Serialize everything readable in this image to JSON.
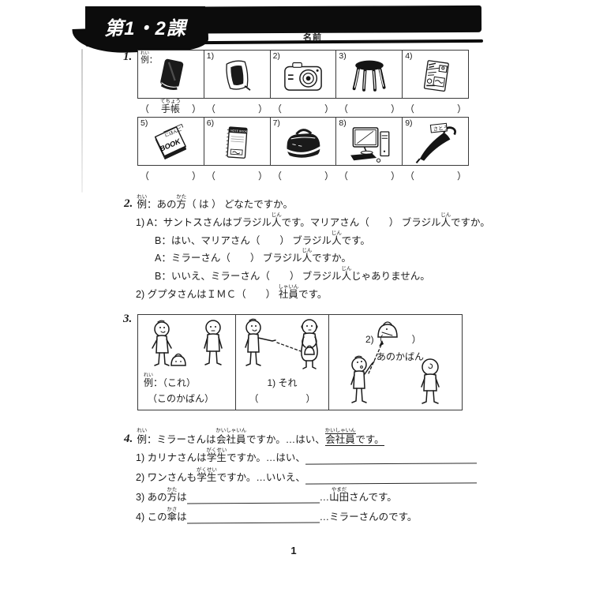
{
  "header": {
    "lesson_title": "第1・2課",
    "name_label": "名前"
  },
  "punctuation": {
    "paren_open": "（",
    "paren_close": "）"
  },
  "section1": {
    "number": "1.",
    "icon_text": {
      "textbook_top": "にほんご",
      "textbook_main": "BOOK",
      "notebook_top": "NOTE BOOK",
      "umbrella_tag": "さとう"
    },
    "rows": [
      {
        "cells": [
          {
            "label": [
              {
                "t": "例",
                "r": "れい"
              },
              {
                "t": "："
              }
            ],
            "icon": "pocket-notebook"
          },
          {
            "label": [
              {
                "t": "1)"
              }
            ],
            "icon": "photo-frame"
          },
          {
            "label": [
              {
                "t": "2)"
              }
            ],
            "icon": "camera"
          },
          {
            "label": [
              {
                "t": "3)"
              }
            ],
            "icon": "stool"
          },
          {
            "label": [
              {
                "t": "4)"
              }
            ],
            "icon": "magazine"
          }
        ],
        "answers": [
          [
            {
              "t": "手帳",
              "r": "てちょう"
            }
          ],
          [],
          [],
          [],
          []
        ]
      },
      {
        "cells": [
          {
            "label": [
              {
                "t": "5)"
              }
            ],
            "icon": "japanese-textbook"
          },
          {
            "label": [
              {
                "t": "6)"
              }
            ],
            "icon": "notebook"
          },
          {
            "label": [
              {
                "t": "7)"
              }
            ],
            "icon": "bag"
          },
          {
            "label": [
              {
                "t": "8)"
              }
            ],
            "icon": "computer"
          },
          {
            "label": [
              {
                "t": "9)"
              }
            ],
            "icon": "umbrella"
          }
        ],
        "answers": [
          [],
          [],
          [],
          [],
          []
        ]
      }
    ]
  },
  "section2": {
    "number": "2.",
    "lines": [
      [
        {
          "t": "例",
          "r": "れい"
        },
        {
          "t": "：あの"
        },
        {
          "t": "方",
          "r": "かた"
        },
        {
          "t": "（ は ） どなたですか。"
        }
      ],
      [
        {
          "t": "1)  A：サントスさんはブラジル"
        },
        {
          "t": "人",
          "r": "じん"
        },
        {
          "t": "です。マリアさん（　　） ブラジル"
        },
        {
          "t": "人",
          "r": "じん"
        },
        {
          "t": "ですか。"
        }
      ],
      [
        {
          "t": "B：はい、マリアさん（　　） ブラジル"
        },
        {
          "t": "人",
          "r": "じん"
        },
        {
          "t": "です。"
        }
      ],
      [
        {
          "t": "A：ミラーさん（　　） ブラジル"
        },
        {
          "t": "人",
          "r": "じん"
        },
        {
          "t": "ですか。"
        }
      ],
      [
        {
          "t": "B：いいえ、ミラーさん（　　） ブラジル"
        },
        {
          "t": "人",
          "r": "じん"
        },
        {
          "t": "じゃありません。"
        }
      ],
      [
        {
          "t": "2)  グプタさんはＩＭＣ（　　） "
        },
        {
          "t": "社員",
          "r": "しゃいん"
        },
        {
          "t": "です。"
        }
      ]
    ]
  },
  "section3": {
    "number": "3.",
    "panels": [
      {
        "caption1": [
          {
            "t": "例",
            "r": "れい"
          },
          {
            "t": "：（これ）"
          }
        ],
        "caption2": [
          {
            "t": "（このかばん）"
          }
        ]
      },
      {
        "caption1": [
          {
            "t": "1)  それ"
          }
        ],
        "caption2": [
          {
            "t": "（　　　　　）"
          }
        ]
      },
      {
        "caption1": [
          {
            "t": "2)（　　　）"
          }
        ],
        "caption2": [
          {
            "t": "あのかばん"
          }
        ]
      }
    ]
  },
  "section4": {
    "number": "4.",
    "example": [
      {
        "t": "例",
        "r": "れい"
      },
      {
        "t": "：ミラーさんは"
      },
      {
        "t": "会社員",
        "r": "かいしゃいん"
      },
      {
        "t": "ですか。…はい、"
      },
      {
        "t": "会社員",
        "r": "かいしゃいん",
        "u": true
      },
      {
        "t": "です。",
        "u": true
      }
    ],
    "items": [
      {
        "pre": [
          {
            "t": "1)  カリナさんは"
          },
          {
            "t": "学生",
            "r": "がくせい"
          },
          {
            "t": "ですか。…はい、"
          }
        ],
        "blank": "grow",
        "suffix": []
      },
      {
        "pre": [
          {
            "t": "2)  ワンさんも"
          },
          {
            "t": "学生",
            "r": "がくせい"
          },
          {
            "t": "ですか。…いいえ、"
          }
        ],
        "blank": "grow",
        "suffix": []
      },
      {
        "pre": [
          {
            "t": "3)  あの"
          },
          {
            "t": "方",
            "r": "かた"
          },
          {
            "t": "は"
          }
        ],
        "blank": "short",
        "suffix": [
          {
            "t": "…"
          },
          {
            "t": "山田",
            "r": "やまだ"
          },
          {
            "t": "さんです。"
          }
        ]
      },
      {
        "pre": [
          {
            "t": "4)  この"
          },
          {
            "t": "傘",
            "r": "かさ"
          },
          {
            "t": "は"
          }
        ],
        "blank": "short",
        "suffix": [
          {
            "t": "…ミラーさんのです。"
          }
        ]
      }
    ]
  },
  "footer": {
    "page_number": "1"
  }
}
